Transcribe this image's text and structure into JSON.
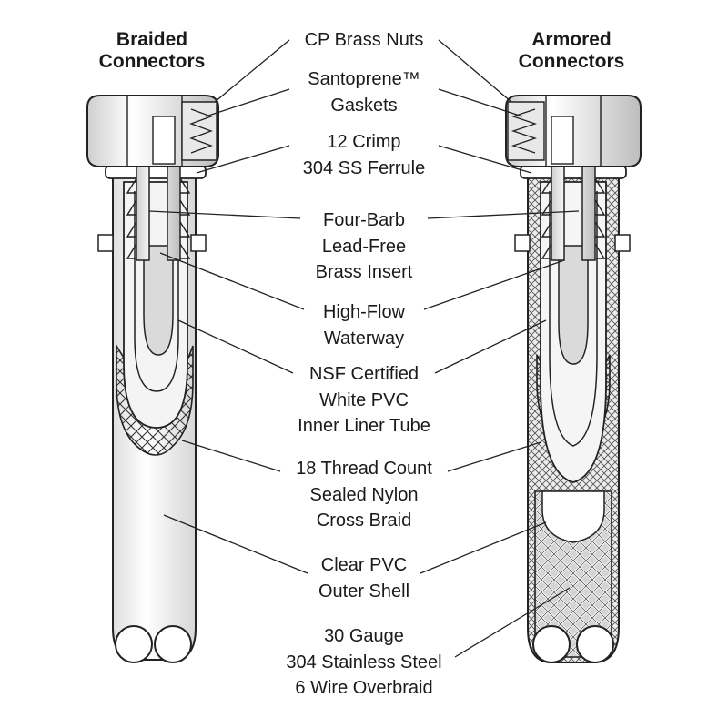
{
  "titles": {
    "braided": "Braided\nConnectors",
    "armored": "Armored\nConnectors"
  },
  "callouts": [
    {
      "id": "nuts",
      "text": "CP Brass Nuts"
    },
    {
      "id": "gaskets",
      "text": "Santoprene™\nGaskets"
    },
    {
      "id": "ferrule",
      "text": "12 Crimp\n304 SS Ferrule"
    },
    {
      "id": "insert",
      "text": "Four-Barb\nLead-Free\nBrass Insert"
    },
    {
      "id": "waterway",
      "text": "High-Flow\nWaterway"
    },
    {
      "id": "liner",
      "text": "NSF Certified\nWhite PVC\nInner Liner Tube"
    },
    {
      "id": "braid",
      "text": "18 Thread Count\nSealed Nylon\nCross Braid"
    },
    {
      "id": "shell",
      "text": "Clear PVC\nOuter Shell"
    },
    {
      "id": "overbraid",
      "text": "30 Gauge\n304 Stainless Steel\n6 Wire Overbraid"
    }
  ]
}
